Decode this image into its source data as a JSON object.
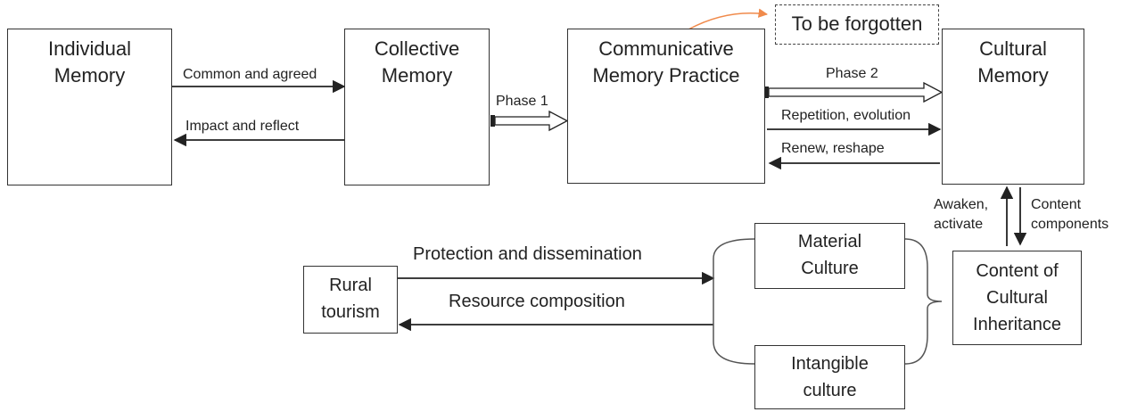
{
  "nodes": {
    "individual_memory": {
      "line1": "Individual",
      "line2": "Memory"
    },
    "collective_memory": {
      "line1": "Collective",
      "line2": "Memory"
    },
    "communicative_memory": {
      "line1": "Communicative",
      "line2": "Memory Practice"
    },
    "cultural_memory": {
      "line1": "Cultural",
      "line2": "Memory"
    },
    "to_be_forgotten": "To be forgotten",
    "content_inheritance": {
      "line1": "Content of",
      "line2": "Cultural",
      "line3": "Inheritance"
    },
    "material_culture": {
      "line1": "Material",
      "line2": "Culture"
    },
    "intangible_culture": {
      "line1": "Intangible",
      "line2": "culture"
    },
    "rural_tourism": {
      "line1": "Rural",
      "line2": "tourism"
    }
  },
  "edges": {
    "common_agreed": "Common and agreed",
    "impact_reflect": "Impact and reflect",
    "phase1": "Phase 1",
    "phase2": "Phase 2",
    "repetition": "Repetition, evolution",
    "renew": "Renew, reshape",
    "awaken": {
      "line1": "Awaken,",
      "line2": "activate"
    },
    "content_components": {
      "line1": "Content",
      "line2": "components"
    },
    "protection": "Protection and dissemination",
    "resource": "Resource composition"
  },
  "icons": [
    "people-crowd-icon",
    "lightbulb-network-icon",
    "chat-bubbles-icon",
    "globe-icon"
  ],
  "colors": {
    "people": "#8c99a3",
    "icon_brown": "#b06a2e",
    "bubble_red": "#c0392b",
    "bubble_dark": "#3d4650",
    "globe_blue": "#1e6fd9",
    "globe_red": "#d9534f",
    "globe_yellow": "#f2c12e",
    "forgotten_arrow": "#f08a4b"
  }
}
